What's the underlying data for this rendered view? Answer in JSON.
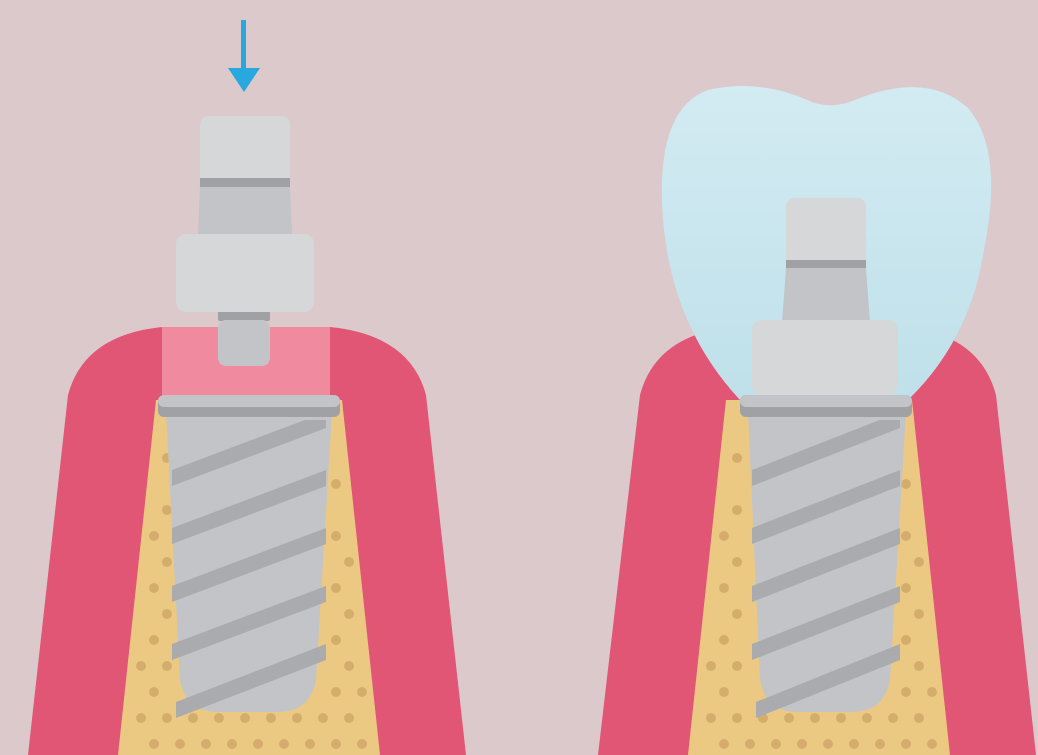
{
  "scene": {
    "background_color": "#dbc9cb",
    "panels": [
      {
        "name": "abutment-placement",
        "arrow_color": "#29a8e0",
        "arrow_direction": "down"
      },
      {
        "name": "crown-placed"
      }
    ]
  },
  "colors": {
    "gum": "#e05674",
    "gum_light": "#f08a9f",
    "bone": "#ecc983",
    "bone_dot": "#d4ad6d",
    "metal_light": "#d6d7d9",
    "metal_mid": "#c3c4c7",
    "metal_dark": "#9fa1a5",
    "thread": "#a9abaf",
    "crown": "#cde8f0"
  },
  "icons": [
    "down-arrow-icon"
  ]
}
